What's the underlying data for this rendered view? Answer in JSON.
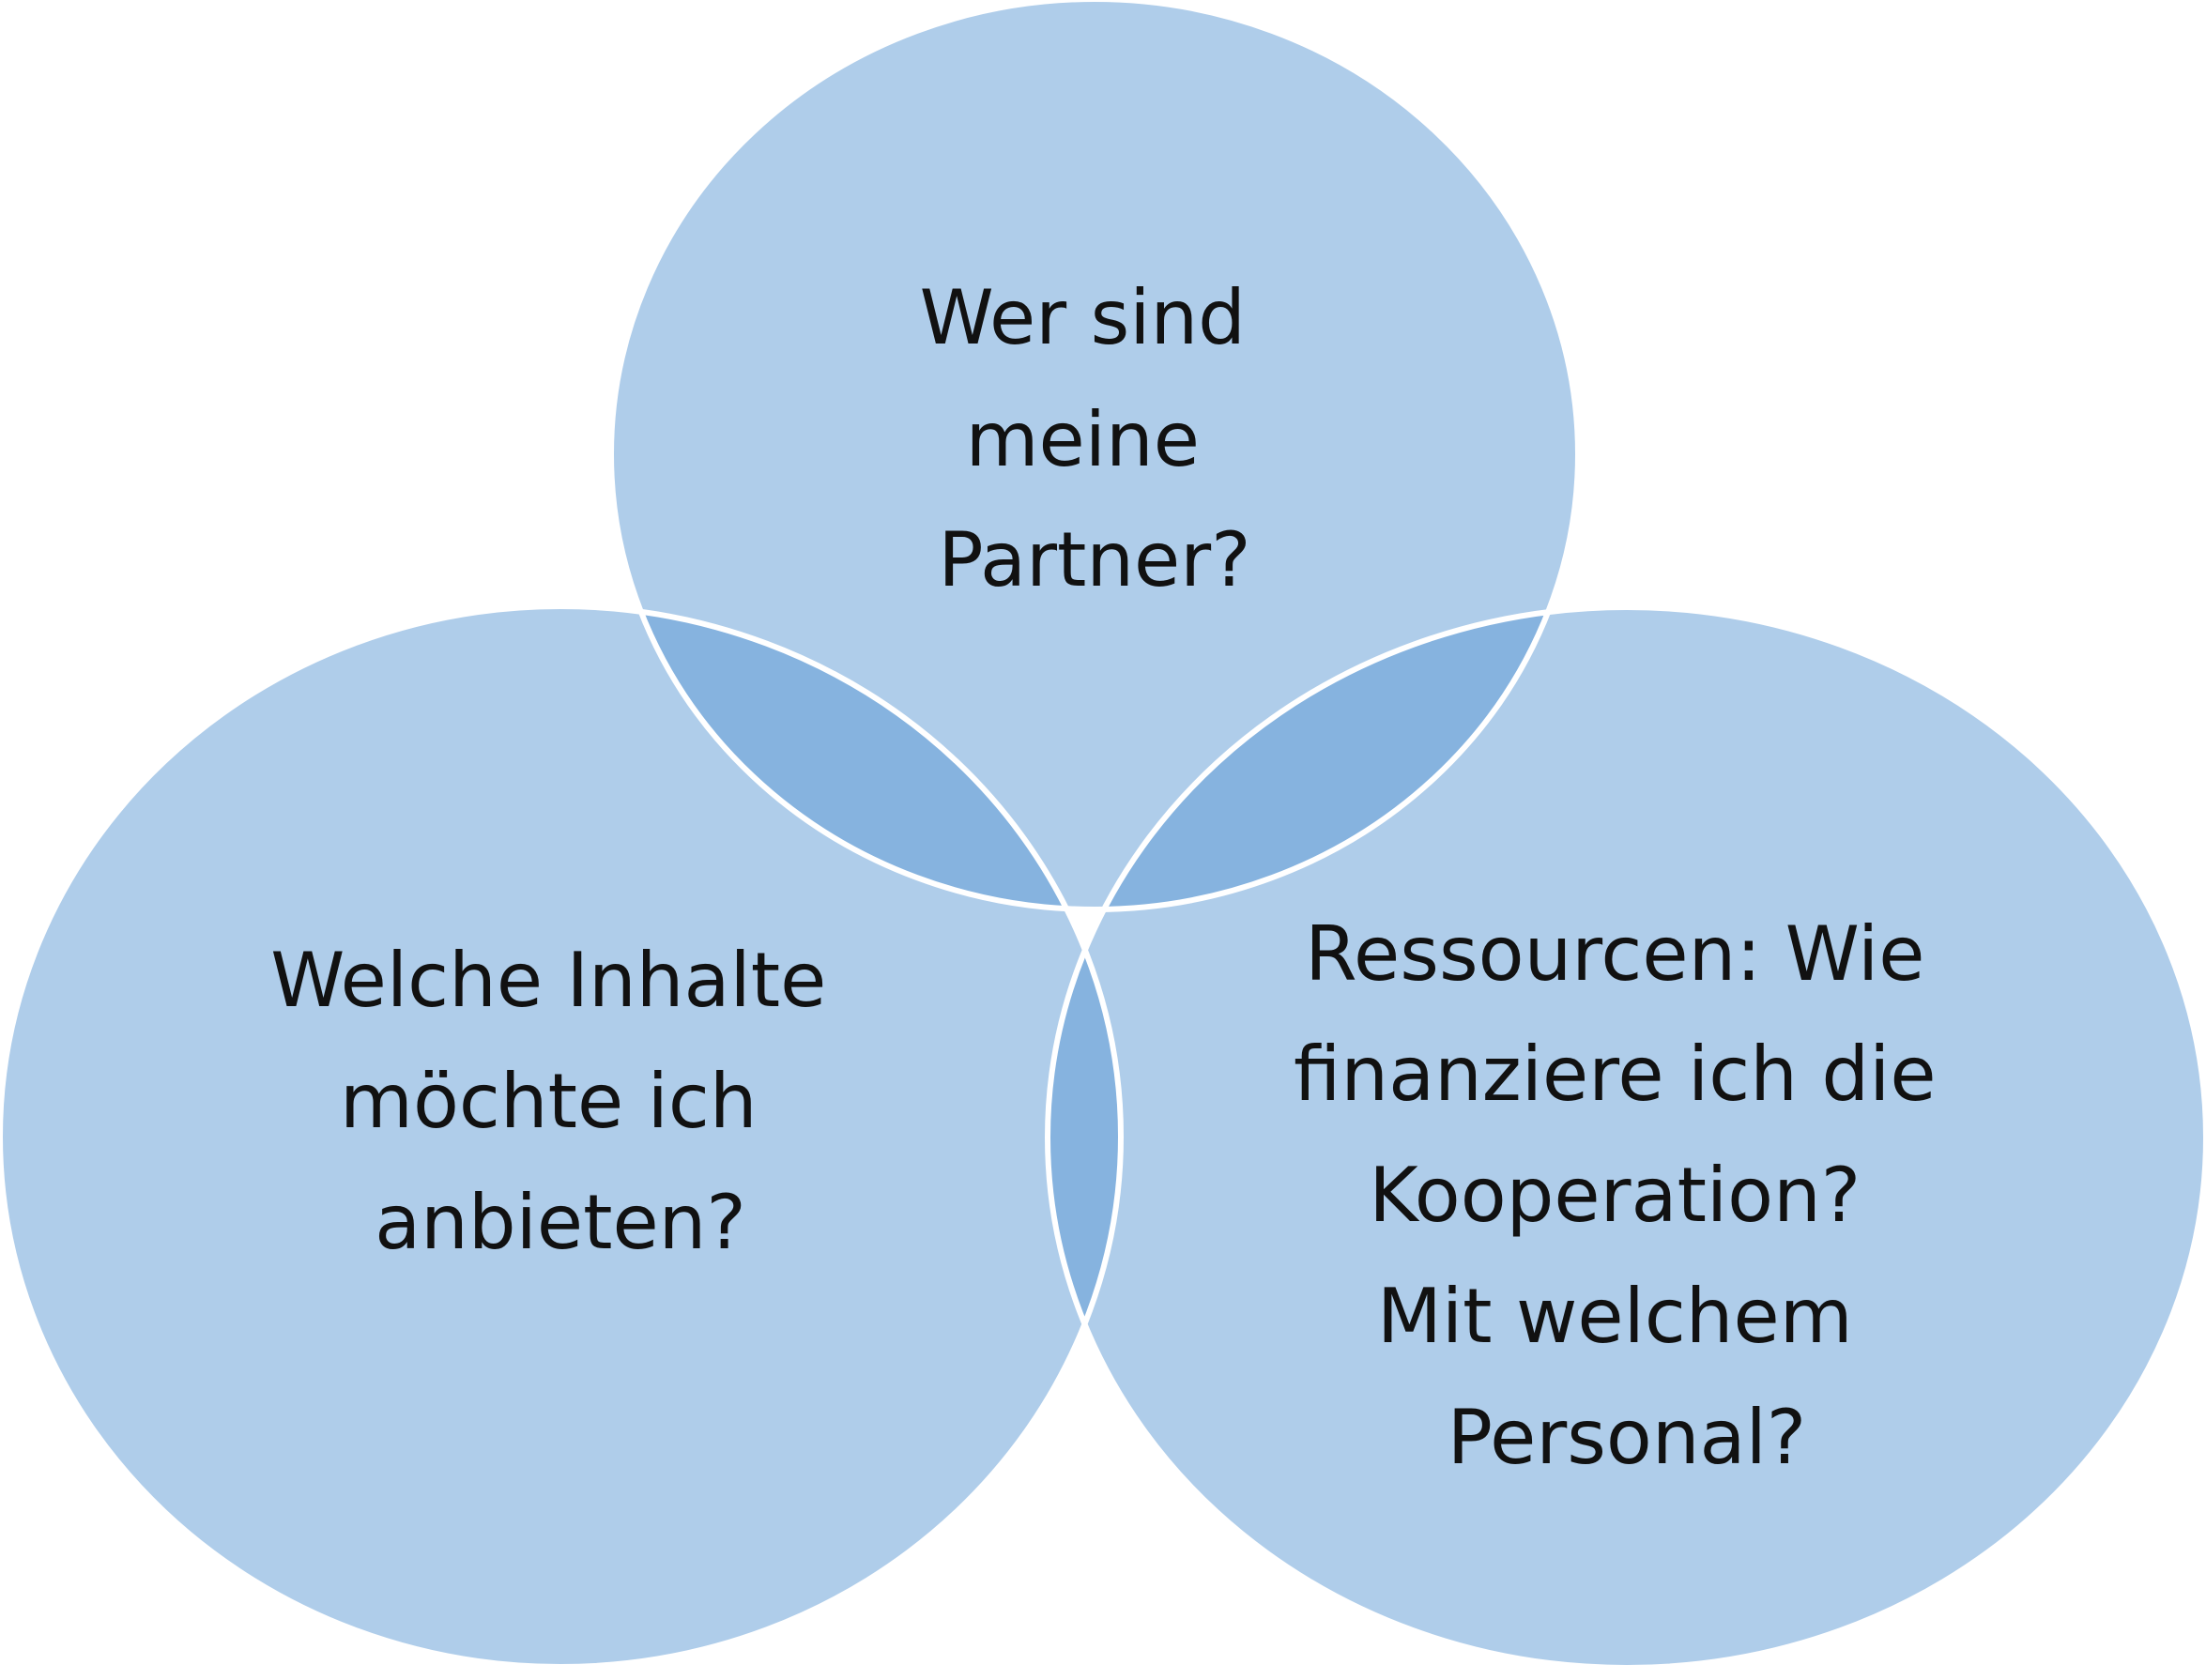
{
  "colors": {
    "circle_fill": "#afcdea",
    "overlap_fill": "#86b3df",
    "outline": "#ffffff",
    "text": "#111111"
  },
  "circles": [
    {
      "id": "top",
      "lines": [
        "Wer sind",
        "meine",
        "Partner?"
      ]
    },
    {
      "id": "left",
      "lines": [
        "Welche Inhalte",
        "möchte ich",
        "anbieten?"
      ]
    },
    {
      "id": "right",
      "lines": [
        "Ressourcen: Wie",
        "finanziere ich die",
        "Kooperation?",
        "Mit welchem",
        "Personal?"
      ]
    }
  ]
}
